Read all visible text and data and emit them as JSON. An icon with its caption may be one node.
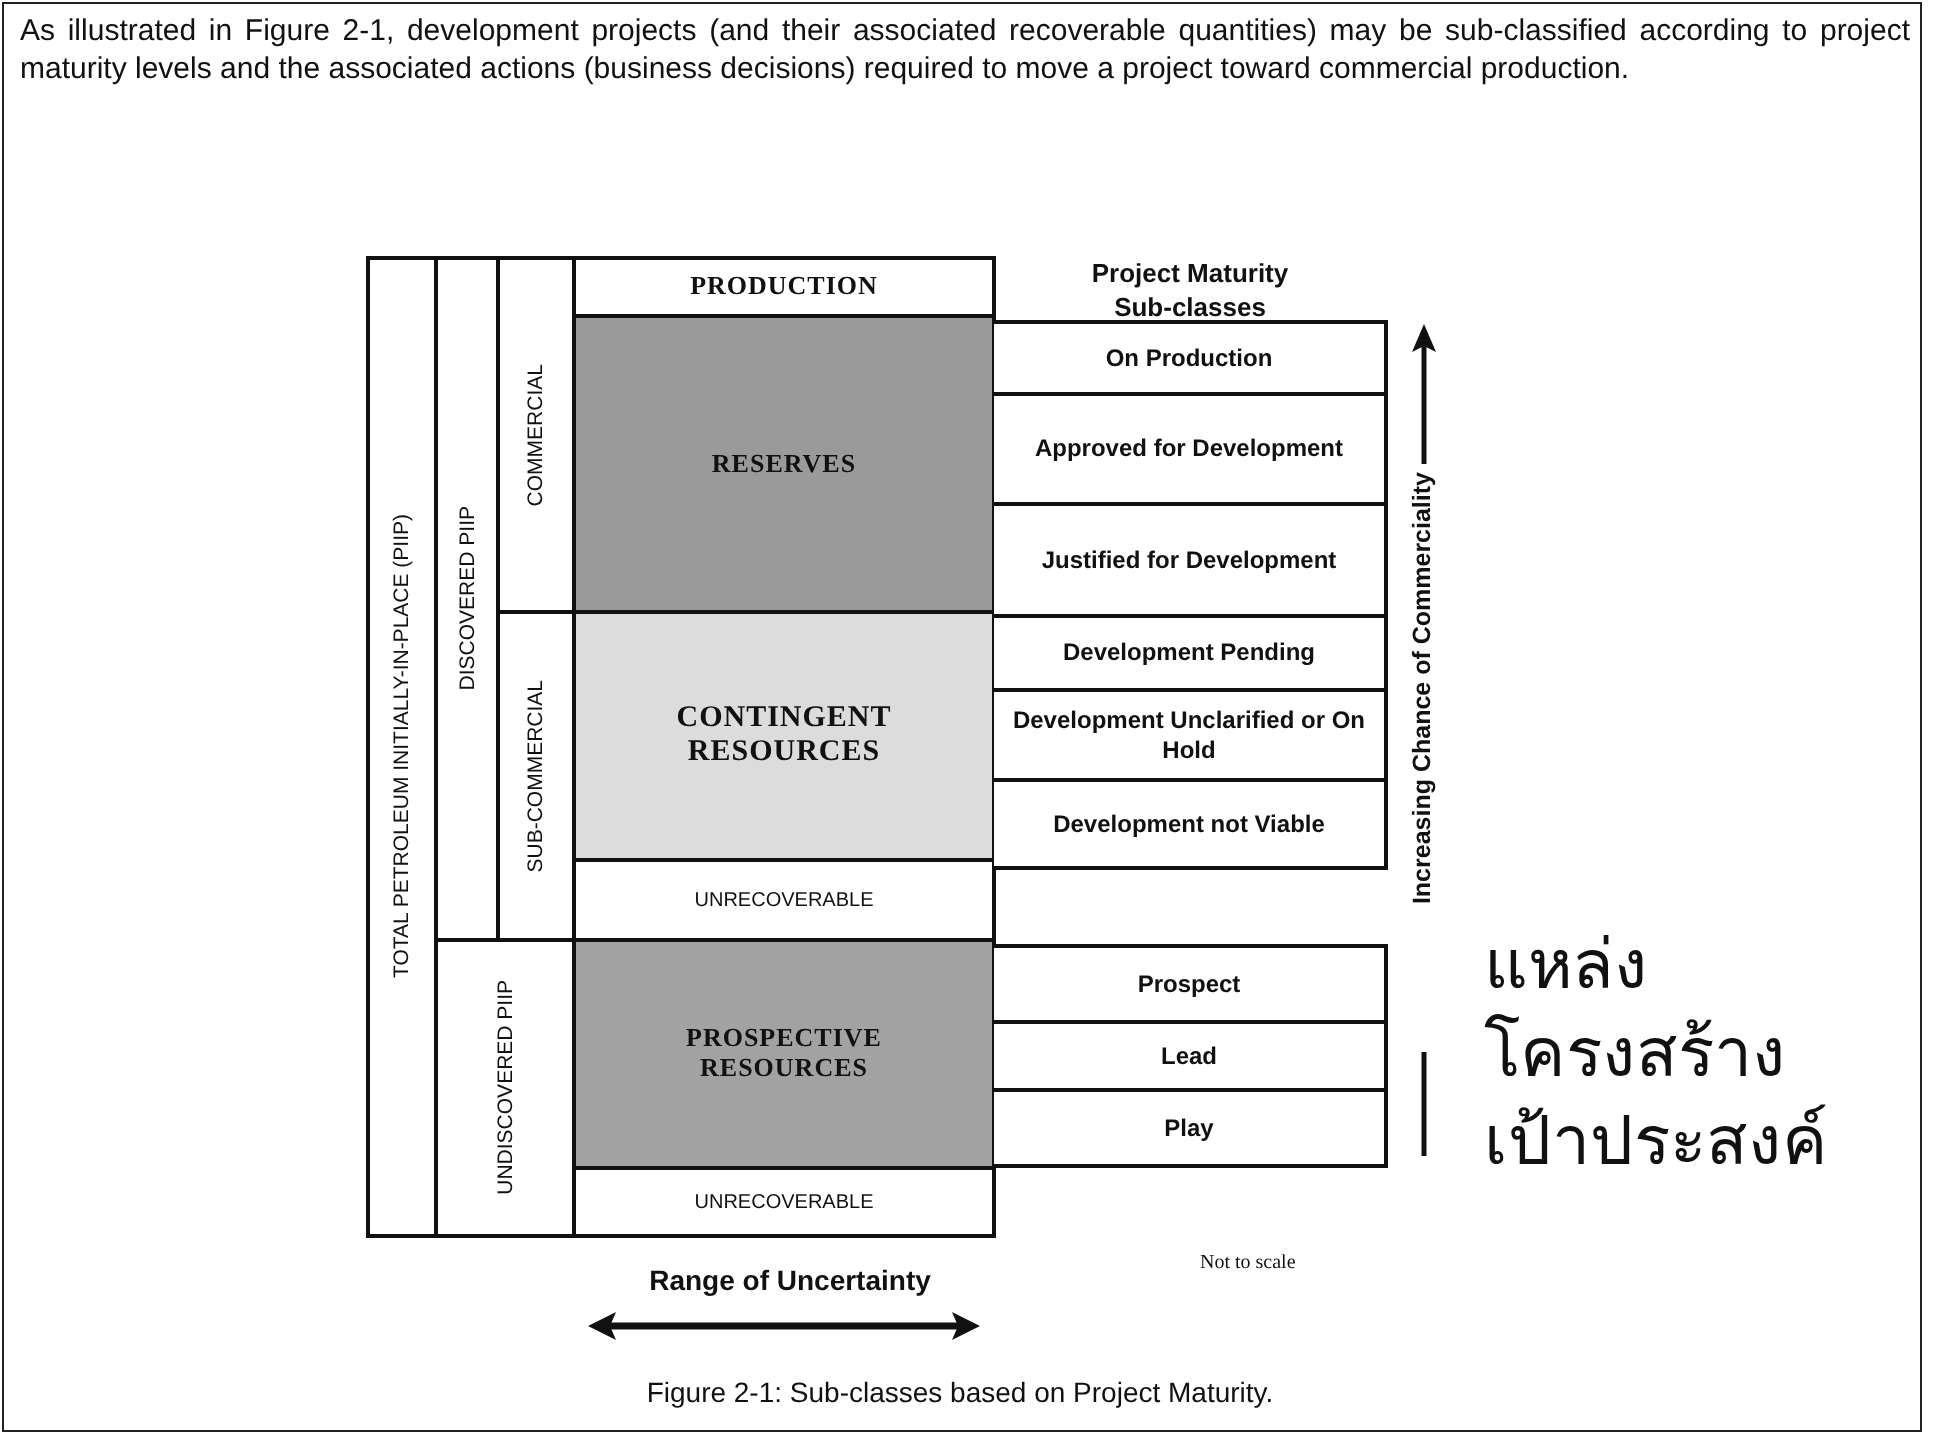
{
  "diagram": {
    "caption": "Figure 2-1: Sub-classes based on Project Maturity.",
    "nodes": [
      {
        "text": [
          "TOTAL PETROLEUM INITIALLY-IN-PLACE (PIIP)"
        ]
      },
      {
        "text": [
          "DISCOVERED PIIP"
        ]
      },
      {
        "text": [
          "COMMERCIAL"
        ]
      },
      {
        "text": [
          "SUB-COMMERCIAL"
        ]
      },
      {
        "text": [
          "UNDISCOVERED PIIP"
        ]
      },
      {
        "text": [
          "PRODUCTION"
        ]
      },
      {
        "text": [
          "RESERVES"
        ]
      },
      {
        "text": [
          "CONTINGENT RESOURCES"
        ]
      },
      {
        "text": [
          "UNRECOVERABLE"
        ]
      },
      {
        "text": [
          "PROSPECTIVE RESOURCES"
        ]
      },
      {
        "text": [
          "UNRECOVERABLE"
        ]
      },
      {
        "text": [
          "On Production"
        ]
      },
      {
        "text": [
          "Approved for Development"
        ]
      },
      {
        "text": [
          "Justified for Development"
        ]
      },
      {
        "text": [
          "Development Pending"
        ]
      },
      {
        "text": [
          "Development Unclarified or On Hold"
        ]
      },
      {
        "text": [
          "Development not Viable"
        ]
      },
      {
        "text": [
          "Prospect"
        ]
      },
      {
        "text": [
          "Lead"
        ]
      },
      {
        "text": [
          "Play"
        ]
      }
    ],
    "labels": [
      "As illustrated in Figure 2-1, development projects (and their associated recoverable quantities) may be sub-classified according to project maturity levels and the associated actions (business decisions) required to move a project toward commercial production.",
      "Project Maturity Sub-classes",
      "Increasing Chance of Commerciality",
      "Range of Uncertainty",
      "Not to scale",
      "แหล่ง",
      "โครงสร้าง",
      "เป้าประสงค์"
    ]
  }
}
